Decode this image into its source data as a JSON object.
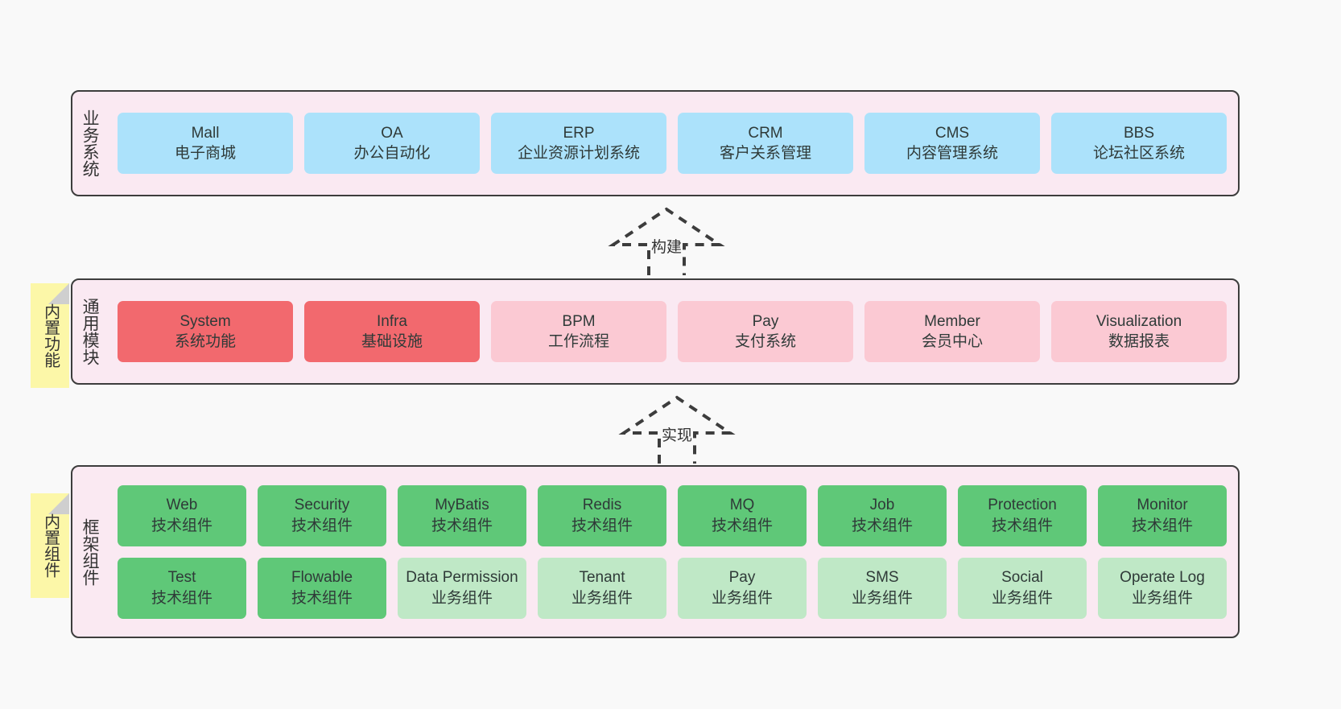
{
  "canvas": {
    "background": "#f9f9f9"
  },
  "palette": {
    "band_bg": "#fae9f2",
    "band_border": "#3d3d3d",
    "blue": "#ace2fb",
    "red": "#f2696e",
    "pink": "#fbc9d3",
    "green": "#5fc878",
    "light_green": "#bfe8c6",
    "note_bg": "#fcf7a8",
    "note_fold": "#cfcfcf",
    "text": "#333333"
  },
  "sections": [
    {
      "id": "business-systems",
      "title": "业务系统",
      "rows": [
        [
          {
            "name": "Mall",
            "sub": "电子商城",
            "color": "#ace2fb"
          },
          {
            "name": "OA",
            "sub": "办公自动化",
            "color": "#ace2fb"
          },
          {
            "name": "ERP",
            "sub": "企业资源计划系统",
            "color": "#ace2fb"
          },
          {
            "name": "CRM",
            "sub": "客户关系管理",
            "color": "#ace2fb"
          },
          {
            "name": "CMS",
            "sub": "内容管理系统",
            "color": "#ace2fb"
          },
          {
            "name": "BBS",
            "sub": "论坛社区系统",
            "color": "#ace2fb"
          }
        ]
      ]
    },
    {
      "id": "common-modules",
      "title": "通用模块",
      "note": "内置功能",
      "rows": [
        [
          {
            "name": "System",
            "sub": "系统功能",
            "color": "#f2696e"
          },
          {
            "name": "Infra",
            "sub": "基础设施",
            "color": "#f2696e"
          },
          {
            "name": "BPM",
            "sub": "工作流程",
            "color": "#fbc9d3"
          },
          {
            "name": "Pay",
            "sub": "支付系统",
            "color": "#fbc9d3"
          },
          {
            "name": "Member",
            "sub": "会员中心",
            "color": "#fbc9d3"
          },
          {
            "name": "Visualization",
            "sub": "数据报表",
            "color": "#fbc9d3"
          }
        ]
      ]
    },
    {
      "id": "framework-components",
      "title": "框架组件",
      "note": "内置组件",
      "rows": [
        [
          {
            "name": "Web",
            "sub": "技术组件",
            "color": "#5fc878"
          },
          {
            "name": "Security",
            "sub": "技术组件",
            "color": "#5fc878"
          },
          {
            "name": "MyBatis",
            "sub": "技术组件",
            "color": "#5fc878"
          },
          {
            "name": "Redis",
            "sub": "技术组件",
            "color": "#5fc878"
          },
          {
            "name": "MQ",
            "sub": "技术组件",
            "color": "#5fc878"
          },
          {
            "name": "Job",
            "sub": "技术组件",
            "color": "#5fc878"
          },
          {
            "name": "Protection",
            "sub": "技术组件",
            "color": "#5fc878"
          },
          {
            "name": "Monitor",
            "sub": "技术组件",
            "color": "#5fc878"
          }
        ],
        [
          {
            "name": "Test",
            "sub": "技术组件",
            "color": "#5fc878"
          },
          {
            "name": "Flowable",
            "sub": "技术组件",
            "color": "#5fc878"
          },
          {
            "name": "Data Permission",
            "sub": "业务组件",
            "color": "#bfe8c6"
          },
          {
            "name": "Tenant",
            "sub": "业务组件",
            "color": "#bfe8c6"
          },
          {
            "name": "Pay",
            "sub": "业务组件",
            "color": "#bfe8c6"
          },
          {
            "name": "SMS",
            "sub": "业务组件",
            "color": "#bfe8c6"
          },
          {
            "name": "Social",
            "sub": "业务组件",
            "color": "#bfe8c6"
          },
          {
            "name": "Operate Log",
            "sub": "业务组件",
            "color": "#bfe8c6"
          }
        ]
      ]
    }
  ],
  "connectors": [
    {
      "id": "build",
      "label": "构建"
    },
    {
      "id": "implement",
      "label": "实现"
    }
  ]
}
